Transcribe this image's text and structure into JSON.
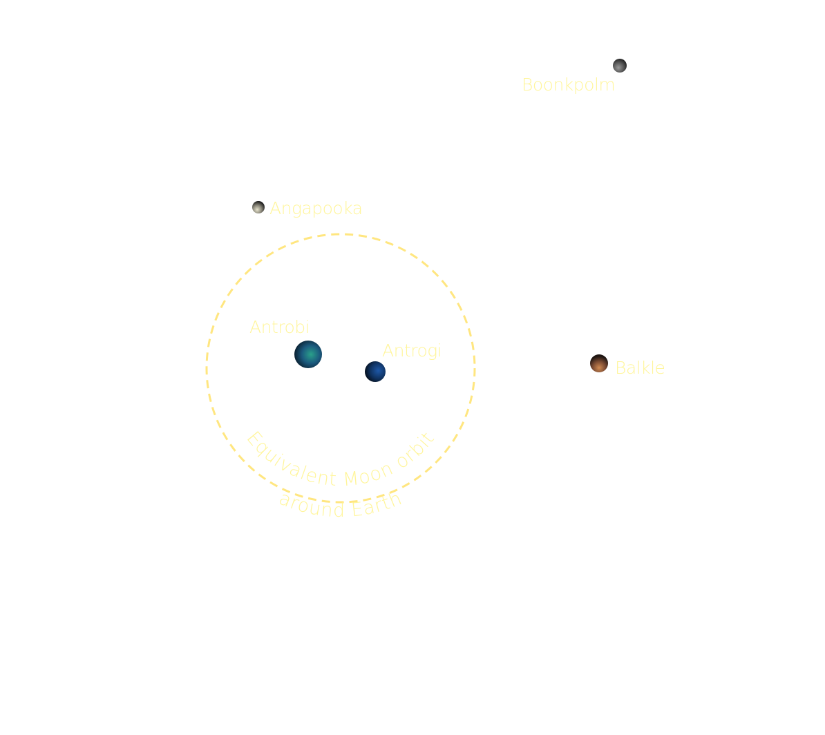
{
  "bodies": [
    {
      "name": "Boonkpolm",
      "color": "#555555"
    },
    {
      "name": "Angapooka",
      "color": "#6a6a60"
    },
    {
      "name": "Antrobi",
      "color": "#1b5a6e"
    },
    {
      "name": "Antrogi",
      "color": "#123a6a"
    },
    {
      "name": "Balkle",
      "color": "#8a5a3a"
    }
  ],
  "orbit": {
    "label_line1": "Equivalent Moon orbit",
    "label_line2": "around Earth",
    "color": "#ffe680"
  }
}
